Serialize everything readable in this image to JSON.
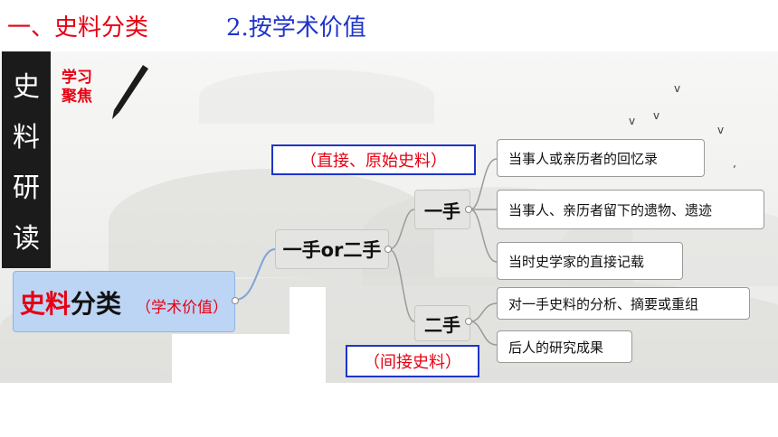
{
  "header": {
    "section_title": "一、史料分类",
    "subsection_title": "2.按学术价值"
  },
  "vertical_title": [
    "史",
    "料",
    "研",
    "读"
  ],
  "focus_label": [
    "学习",
    "聚焦"
  ],
  "root": {
    "main_red": "史料",
    "main_black": "分类",
    "sub": "（学术价值）"
  },
  "branch": {
    "label": "一手or二手"
  },
  "first_hand": {
    "label": "一手",
    "annotation": "（直接、原始史料）",
    "items": [
      "当事人或亲历者的回忆录",
      "当事人、亲历者留下的遗物、遗迹",
      "当时史学家的直接记载"
    ]
  },
  "second_hand": {
    "label": "二手",
    "annotation": "（间接史料）",
    "items": [
      "对一手史料的分析、摘要或重组",
      "后人的研究成果"
    ]
  },
  "colors": {
    "red": "#e60012",
    "blue": "#1f34c9",
    "root_fill": "#bcd5f5",
    "node_fill": "#e4e4e2"
  }
}
